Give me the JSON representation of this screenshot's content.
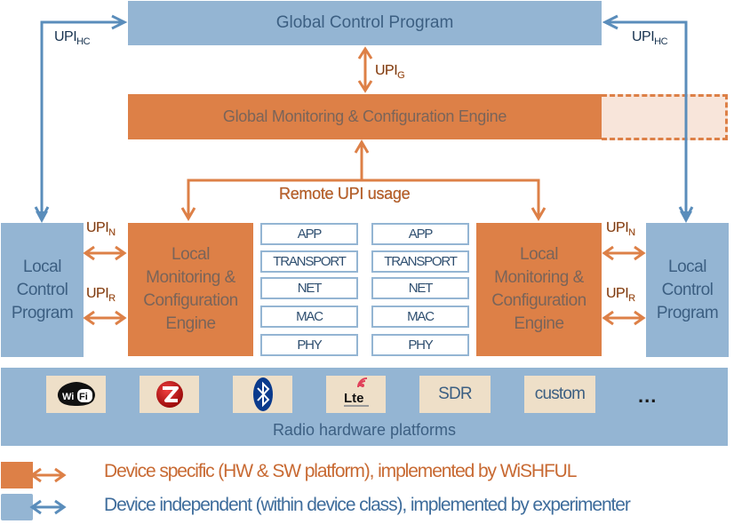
{
  "colors": {
    "device_independent": "#94B5D3",
    "device_specific": "#DD8047",
    "blue_arrow": "#5A8DBB",
    "orange_arrow": "#DD8047",
    "chip_bg": "#EEDFC8"
  },
  "global_control_program": {
    "label": "Global Control Program"
  },
  "global_monitoring_engine": {
    "label": "Global Monitoring & Configuration Engine"
  },
  "upi_g": {
    "base": "UPI",
    "sub": "G"
  },
  "upi_hc_left": {
    "base": "UPI",
    "sub": "HC"
  },
  "upi_hc_right": {
    "base": "UPI",
    "sub": "HC"
  },
  "remote_upi_label": "Remote UPI usage",
  "left_node": {
    "local_control_program": {
      "line1": "Local",
      "line2": "Control",
      "line3": "Program"
    },
    "local_monitoring_engine": {
      "line1": "Local",
      "line2": "Monitoring &",
      "line3": "Configuration",
      "line4": "Engine"
    },
    "upi_n": {
      "base": "UPI",
      "sub": "N"
    },
    "upi_r": {
      "base": "UPI",
      "sub": "R"
    },
    "stack": [
      "APP",
      "TRANSPORT",
      "NET",
      "MAC",
      "PHY"
    ]
  },
  "right_node": {
    "local_control_program": {
      "line1": "Local",
      "line2": "Control",
      "line3": "Program"
    },
    "local_monitoring_engine": {
      "line1": "Local",
      "line2": "Monitoring &",
      "line3": "Configuration",
      "line4": "Engine"
    },
    "upi_n": {
      "base": "UPI",
      "sub": "N"
    },
    "upi_r": {
      "base": "UPI",
      "sub": "R"
    },
    "stack": [
      "APP",
      "TRANSPORT",
      "NET",
      "MAC",
      "PHY"
    ]
  },
  "radio_platforms": {
    "label": "Radio hardware platforms",
    "items": [
      {
        "name": "wifi",
        "icon": "wifi-logo-icon",
        "text": ""
      },
      {
        "name": "zigbee",
        "icon": "zigbee-logo-icon",
        "text": ""
      },
      {
        "name": "bluetooth",
        "icon": "bluetooth-logo-icon",
        "text": ""
      },
      {
        "name": "lte",
        "icon": "lte-logo-icon",
        "text": "Lte"
      },
      {
        "name": "sdr",
        "icon": "",
        "text": "SDR"
      },
      {
        "name": "custom",
        "icon": "",
        "text": "custom"
      }
    ],
    "more": "..."
  },
  "legend": [
    {
      "color": "#DD8047",
      "text": "Device specific (HW & SW platform), implemented by WiSHFUL"
    },
    {
      "color": "#94B5D3",
      "text": "Device independent (within device class), implemented by experimenter"
    }
  ]
}
